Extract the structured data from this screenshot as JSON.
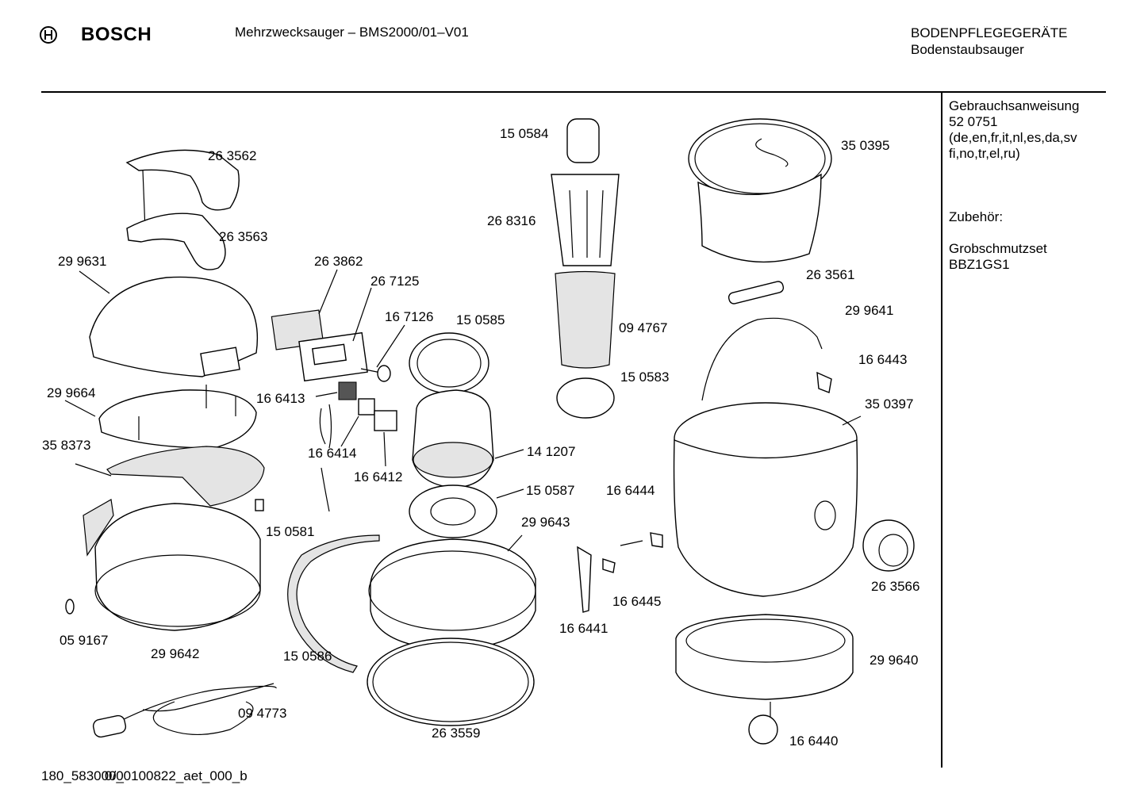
{
  "header": {
    "brand": "BOSCH",
    "title": "Mehrzwecksauger – BMS2000/01–V01",
    "category": "BODENPFLEGEGERÄTE",
    "subcategory": "Bodenstaubsauger"
  },
  "sidebar": {
    "manual_label": "Gebrauchsanweisung",
    "manual_number": "52 0751",
    "manual_languages": "(de,en,fr,it,nl,es,da,sv fi,no,tr,el,ru)",
    "accessories_label": "Zubehör:",
    "accessory_name": "Grobschmutzset",
    "accessory_number": "BBZ1GS1"
  },
  "parts": [
    "15 0584",
    "26 3562",
    "26 8316",
    "26 3563",
    "29 9631",
    "26 3862",
    "26 7125",
    "16 7126",
    "15 0585",
    "09 4767",
    "29 9664",
    "16 6413",
    "15 0583",
    "35 8373",
    "16 6414",
    "16 6412",
    "14 1207",
    "15 0587",
    "15 0581",
    "29 9643",
    "16 6444",
    "05 9167",
    "29 9642",
    "15 0586",
    "16 6441",
    "16 6445",
    "09 4773",
    "26 3559",
    "35 0395",
    "26 3561",
    "29 9641",
    "16 6443",
    "35 0397",
    "26 3566",
    "29 9640",
    "16 6440"
  ],
  "footer": {
    "code": "180_583000_",
    "code_overlay": "0/",
    "code_rest": "00100822_aet_000_b"
  }
}
